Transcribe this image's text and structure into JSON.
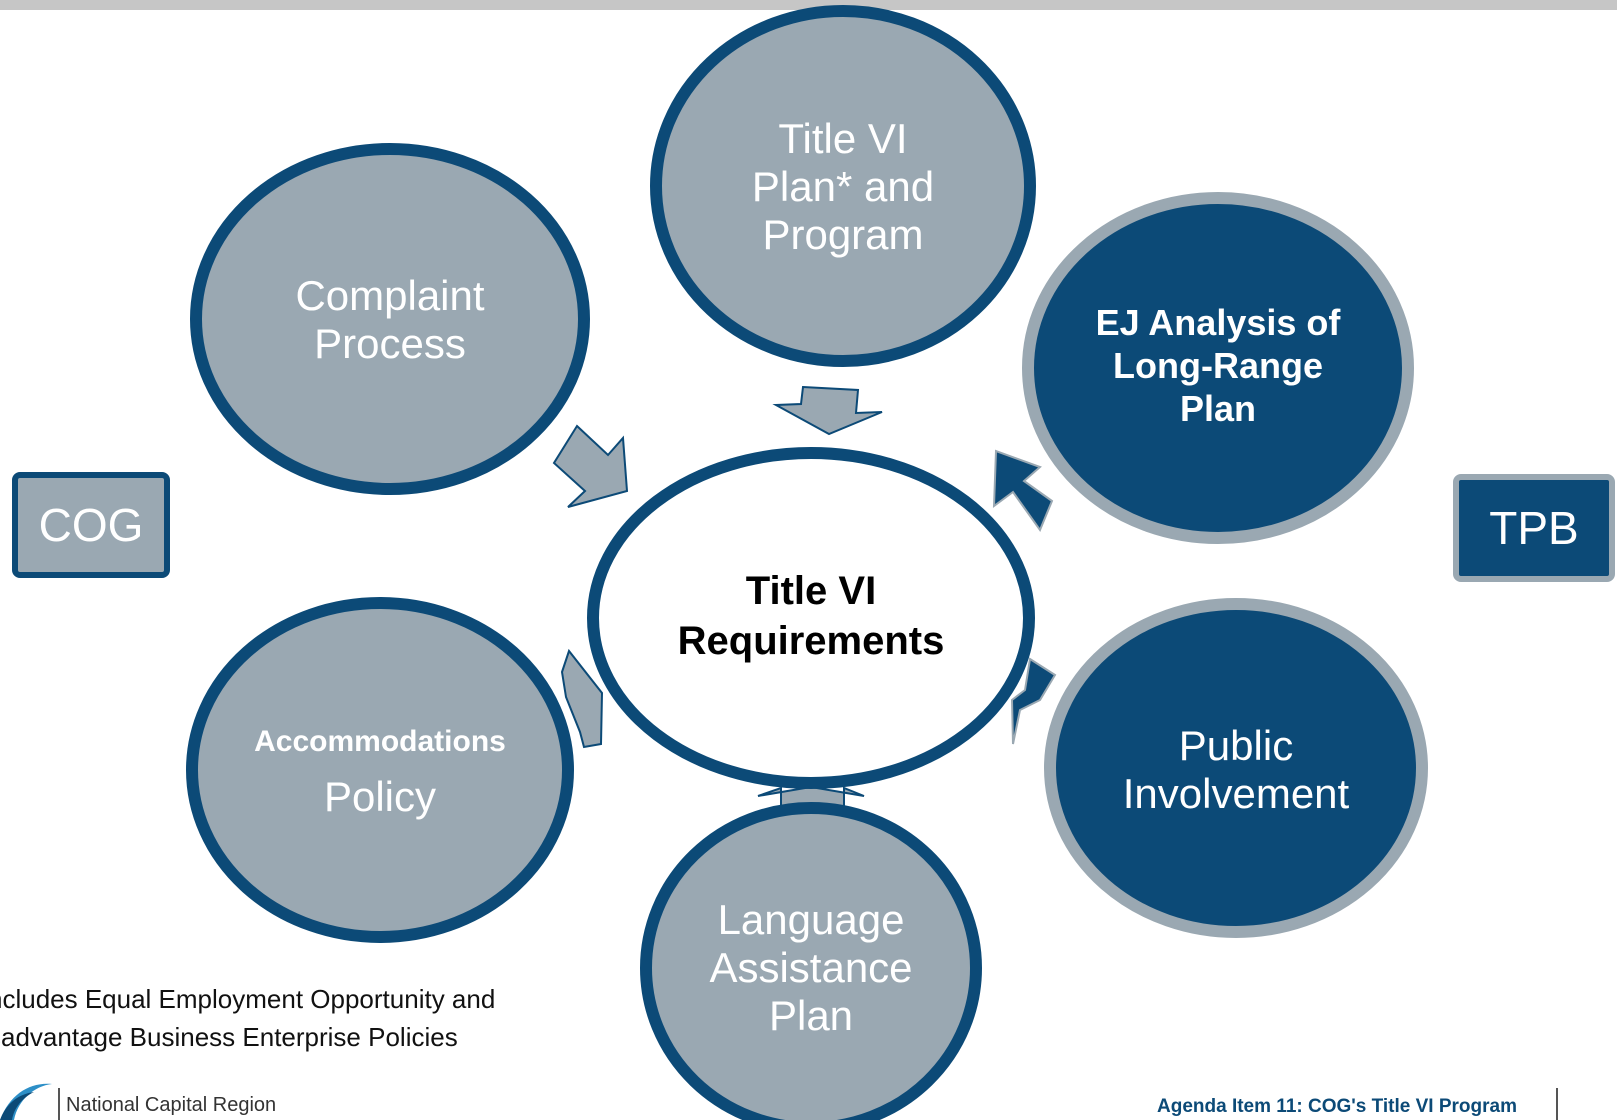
{
  "colors": {
    "navy": "#0c4a77",
    "gray": "#9aa8b2",
    "white": "#ffffff",
    "black": "#000000"
  },
  "center": {
    "line1": "Title VI",
    "line2": "Requirements"
  },
  "nodes": {
    "title_vi_plan": {
      "lines": [
        "Title VI",
        "Plan* and",
        "Program"
      ]
    },
    "complaint_process": {
      "lines": [
        "Complaint",
        "Process"
      ]
    },
    "ej_analysis": {
      "lines": [
        "EJ Analysis of",
        "Long-Range",
        "Plan"
      ]
    },
    "accommodations_policy": {
      "line1": "Accommodations",
      "line2": "Policy"
    },
    "public_involvement": {
      "lines": [
        "Public",
        "Involvement"
      ]
    },
    "language_assistance": {
      "lines": [
        "Language",
        "Assistance",
        "Plan"
      ]
    }
  },
  "legend_tags": {
    "cog": "COG",
    "tpb": "TPB"
  },
  "footnote": {
    "line1": "ncludes Equal Employment Opportunity and",
    "line2": "sadvantage Business Enterprise Policies"
  },
  "footer": {
    "org": "National Capital Region",
    "agenda": "Agenda Item 11: COG's Title VI Program"
  },
  "icons": {
    "logo": "swoosh-logo-icon"
  }
}
